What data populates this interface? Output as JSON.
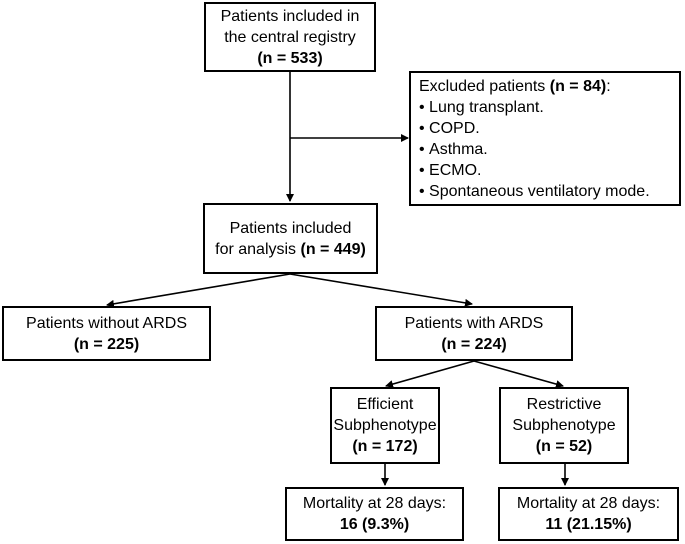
{
  "registry": {
    "line1": "Patients included in",
    "line2": "the central registry",
    "count": "(n = 533)"
  },
  "excluded": {
    "title": "Excluded patients ",
    "count": "(n = 84)",
    "colon": ":",
    "items": [
      "Lung transplant.",
      "COPD.",
      "Asthma.",
      "ECMO.",
      "Spontaneous ventilatory mode."
    ]
  },
  "analysis": {
    "line1": "Patients included",
    "line2": "for analysis ",
    "count": "(n = 449)"
  },
  "without_ards": {
    "line1": "Patients without ARDS",
    "count": "(n = 225)"
  },
  "with_ards": {
    "line1": "Patients with ARDS",
    "count": "(n = 224)"
  },
  "efficient": {
    "line1": "Efficient",
    "line2": "Subphenotype",
    "count": "(n = 172)"
  },
  "restrictive": {
    "line1": "Restrictive",
    "line2": "Subphenotype",
    "count": "(n = 52)"
  },
  "mortality_efficient": {
    "line1": "Mortality at 28 days:",
    "value": "16 (9.3%)"
  },
  "mortality_restrictive": {
    "line1": "Mortality at 28 days:",
    "value": "11 (21.15%)"
  }
}
